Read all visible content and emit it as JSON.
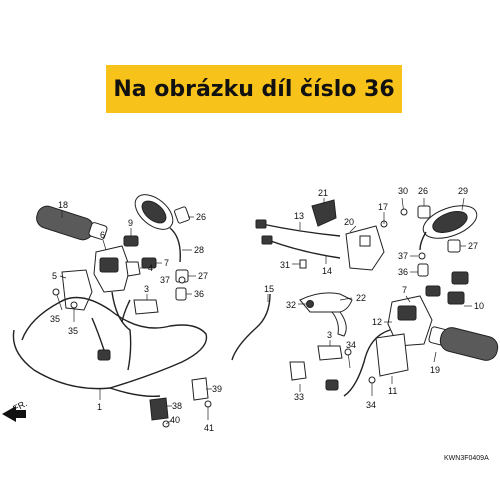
{
  "banner": {
    "text": "Na obrázku díl číslo 36",
    "color": "#f7c21a"
  },
  "diagram_code": "KWN3F0409A",
  "direction_label": "FR.",
  "callouts": [
    {
      "id": "1"
    },
    {
      "id": "3"
    },
    {
      "id": "3b",
      "text": "3"
    },
    {
      "id": "4"
    },
    {
      "id": "5"
    },
    {
      "id": "6"
    },
    {
      "id": "7"
    },
    {
      "id": "9"
    },
    {
      "id": "10"
    },
    {
      "id": "11"
    },
    {
      "id": "12"
    },
    {
      "id": "13"
    },
    {
      "id": "14"
    },
    {
      "id": "15"
    },
    {
      "id": "17"
    },
    {
      "id": "18"
    },
    {
      "id": "19"
    },
    {
      "id": "20"
    },
    {
      "id": "21"
    },
    {
      "id": "22"
    },
    {
      "id": "26"
    },
    {
      "id": "26b",
      "text": "26"
    },
    {
      "id": "27"
    },
    {
      "id": "27b",
      "text": "27"
    },
    {
      "id": "28"
    },
    {
      "id": "29"
    },
    {
      "id": "30"
    },
    {
      "id": "31"
    },
    {
      "id": "32"
    },
    {
      "id": "33"
    },
    {
      "id": "34"
    },
    {
      "id": "34b",
      "text": "34"
    },
    {
      "id": "35"
    },
    {
      "id": "35b",
      "text": "35"
    },
    {
      "id": "36"
    },
    {
      "id": "36b",
      "text": "36"
    },
    {
      "id": "37"
    },
    {
      "id": "37b",
      "text": "37"
    },
    {
      "id": "38"
    },
    {
      "id": "39"
    },
    {
      "id": "40"
    },
    {
      "id": "41"
    }
  ]
}
